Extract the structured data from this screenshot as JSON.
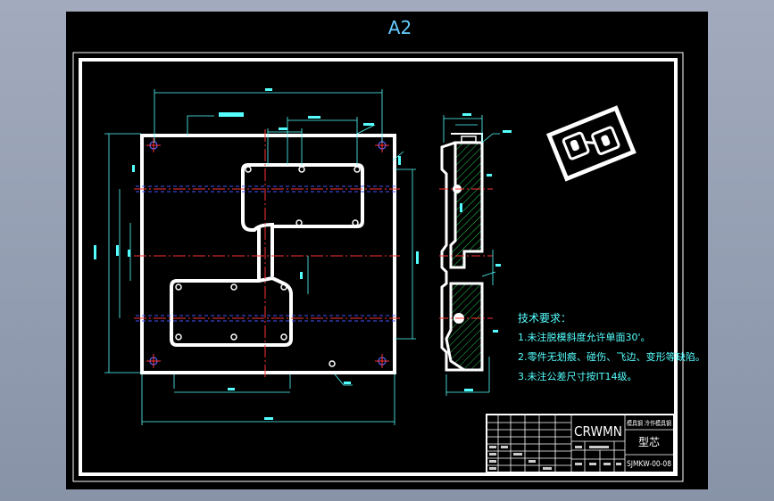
{
  "sheet": {
    "size_label": "A2",
    "background": "#000000",
    "viewport_background": "#8f9aae",
    "frame_color": "#ffffff"
  },
  "colors": {
    "outline": "#ffffff",
    "dimension": "#55ffff",
    "centerline": "#ff3333",
    "hidden_line": "#4455ff",
    "hatch": "#22cc55",
    "notes": "#55ffff",
    "size_label": "#66ccff"
  },
  "technical_notes": {
    "heading": "技术要求：",
    "items": [
      "1.未注脱模斜度允许单面30'。",
      "2.零件无划痕、碰伤、飞边、变形等缺陷。",
      "3.未注公差尺寸按IT14级。"
    ]
  },
  "title_block": {
    "logo_text": "CRWMN",
    "material_header": "模具钢 冷作模具钢",
    "part_name": "型芯",
    "drawing_number": "SJMKW-00-08"
  }
}
